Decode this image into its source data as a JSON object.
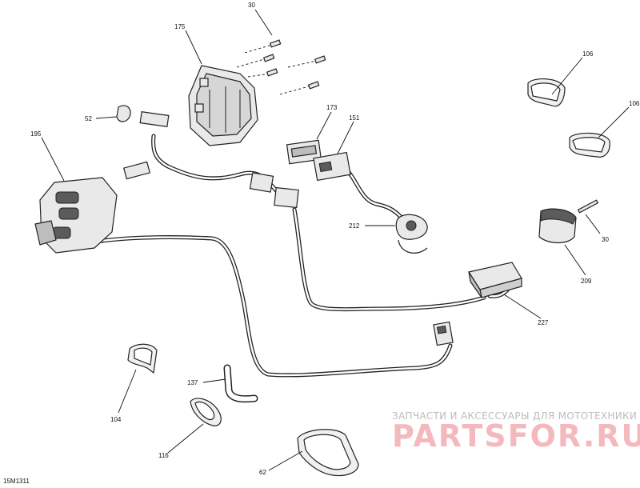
{
  "diagram": {
    "drawing_code": "15M1311",
    "callouts": [
      {
        "id": "c30a",
        "text": "30"
      },
      {
        "id": "c175",
        "text": "175"
      },
      {
        "id": "c106a",
        "text": "106"
      },
      {
        "id": "c106b",
        "text": "106"
      },
      {
        "id": "c52",
        "text": "52"
      },
      {
        "id": "c173",
        "text": "173"
      },
      {
        "id": "c151",
        "text": "151"
      },
      {
        "id": "c195",
        "text": "195"
      },
      {
        "id": "c212",
        "text": "212"
      },
      {
        "id": "c30b",
        "text": "30"
      },
      {
        "id": "c209",
        "text": "209"
      },
      {
        "id": "c227",
        "text": "227"
      },
      {
        "id": "c137",
        "text": "137"
      },
      {
        "id": "c104",
        "text": "104"
      },
      {
        "id": "c116",
        "text": "116"
      },
      {
        "id": "c62",
        "text": "62"
      }
    ]
  },
  "watermark": {
    "tagline": "ЗАПЧАСТИ И АКСЕССУАРЫ ДЛЯ МОТОТЕХНИКИ",
    "brand": "PARTSFOR.RU"
  }
}
